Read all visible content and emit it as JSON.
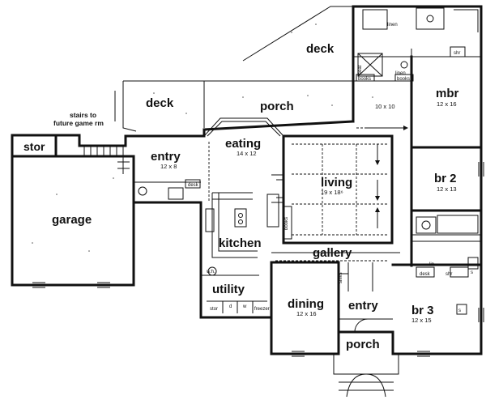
{
  "rooms": {
    "deck_upper": {
      "label": "deck"
    },
    "deck_left": {
      "label": "deck"
    },
    "porch_rear": {
      "label": "porch"
    },
    "stairs_note": {
      "line1": "stairs to",
      "line2": "future game rm"
    },
    "stor": {
      "label": "stor"
    },
    "garage": {
      "label": "garage"
    },
    "entry_side": {
      "label": "entry",
      "dims": "12 x 8"
    },
    "desk": {
      "label": "desk"
    },
    "eating": {
      "label": "eating",
      "dims": "14 x 12"
    },
    "living": {
      "label": "living",
      "dims": "19 x 18⁶"
    },
    "books_living": {
      "label": "books"
    },
    "kitchen": {
      "label": "kitchen"
    },
    "utility": {
      "label": "utility"
    },
    "utility_items": {
      "stor": "stor",
      "d": "d",
      "w": "w",
      "freezer": "freezer",
      "wh": "w.h."
    },
    "gallery": {
      "label": "gallery"
    },
    "dining": {
      "label": "dining",
      "dims": "12 x 16"
    },
    "entry_front": {
      "label": "entry"
    },
    "shlvs": {
      "label": "shlvs"
    },
    "porch_front": {
      "label": "porch"
    },
    "sitting": {
      "dims": "10 x 10"
    },
    "mbr": {
      "label": "mbr",
      "dims": "12 x 16"
    },
    "mbath": {
      "linen": "linen",
      "linen2": "linen",
      "seat": "seat",
      "books_a": "books",
      "books_b": "books",
      "shr": "shr"
    },
    "br2": {
      "label": "br 2",
      "dims": "12 x 13"
    },
    "br3": {
      "label": "br 3",
      "dims": "12 x 15"
    },
    "bath2": {
      "lin": "lin",
      "desk": "desk",
      "shr": "shr",
      "s": "s",
      "s2": "s"
    }
  }
}
